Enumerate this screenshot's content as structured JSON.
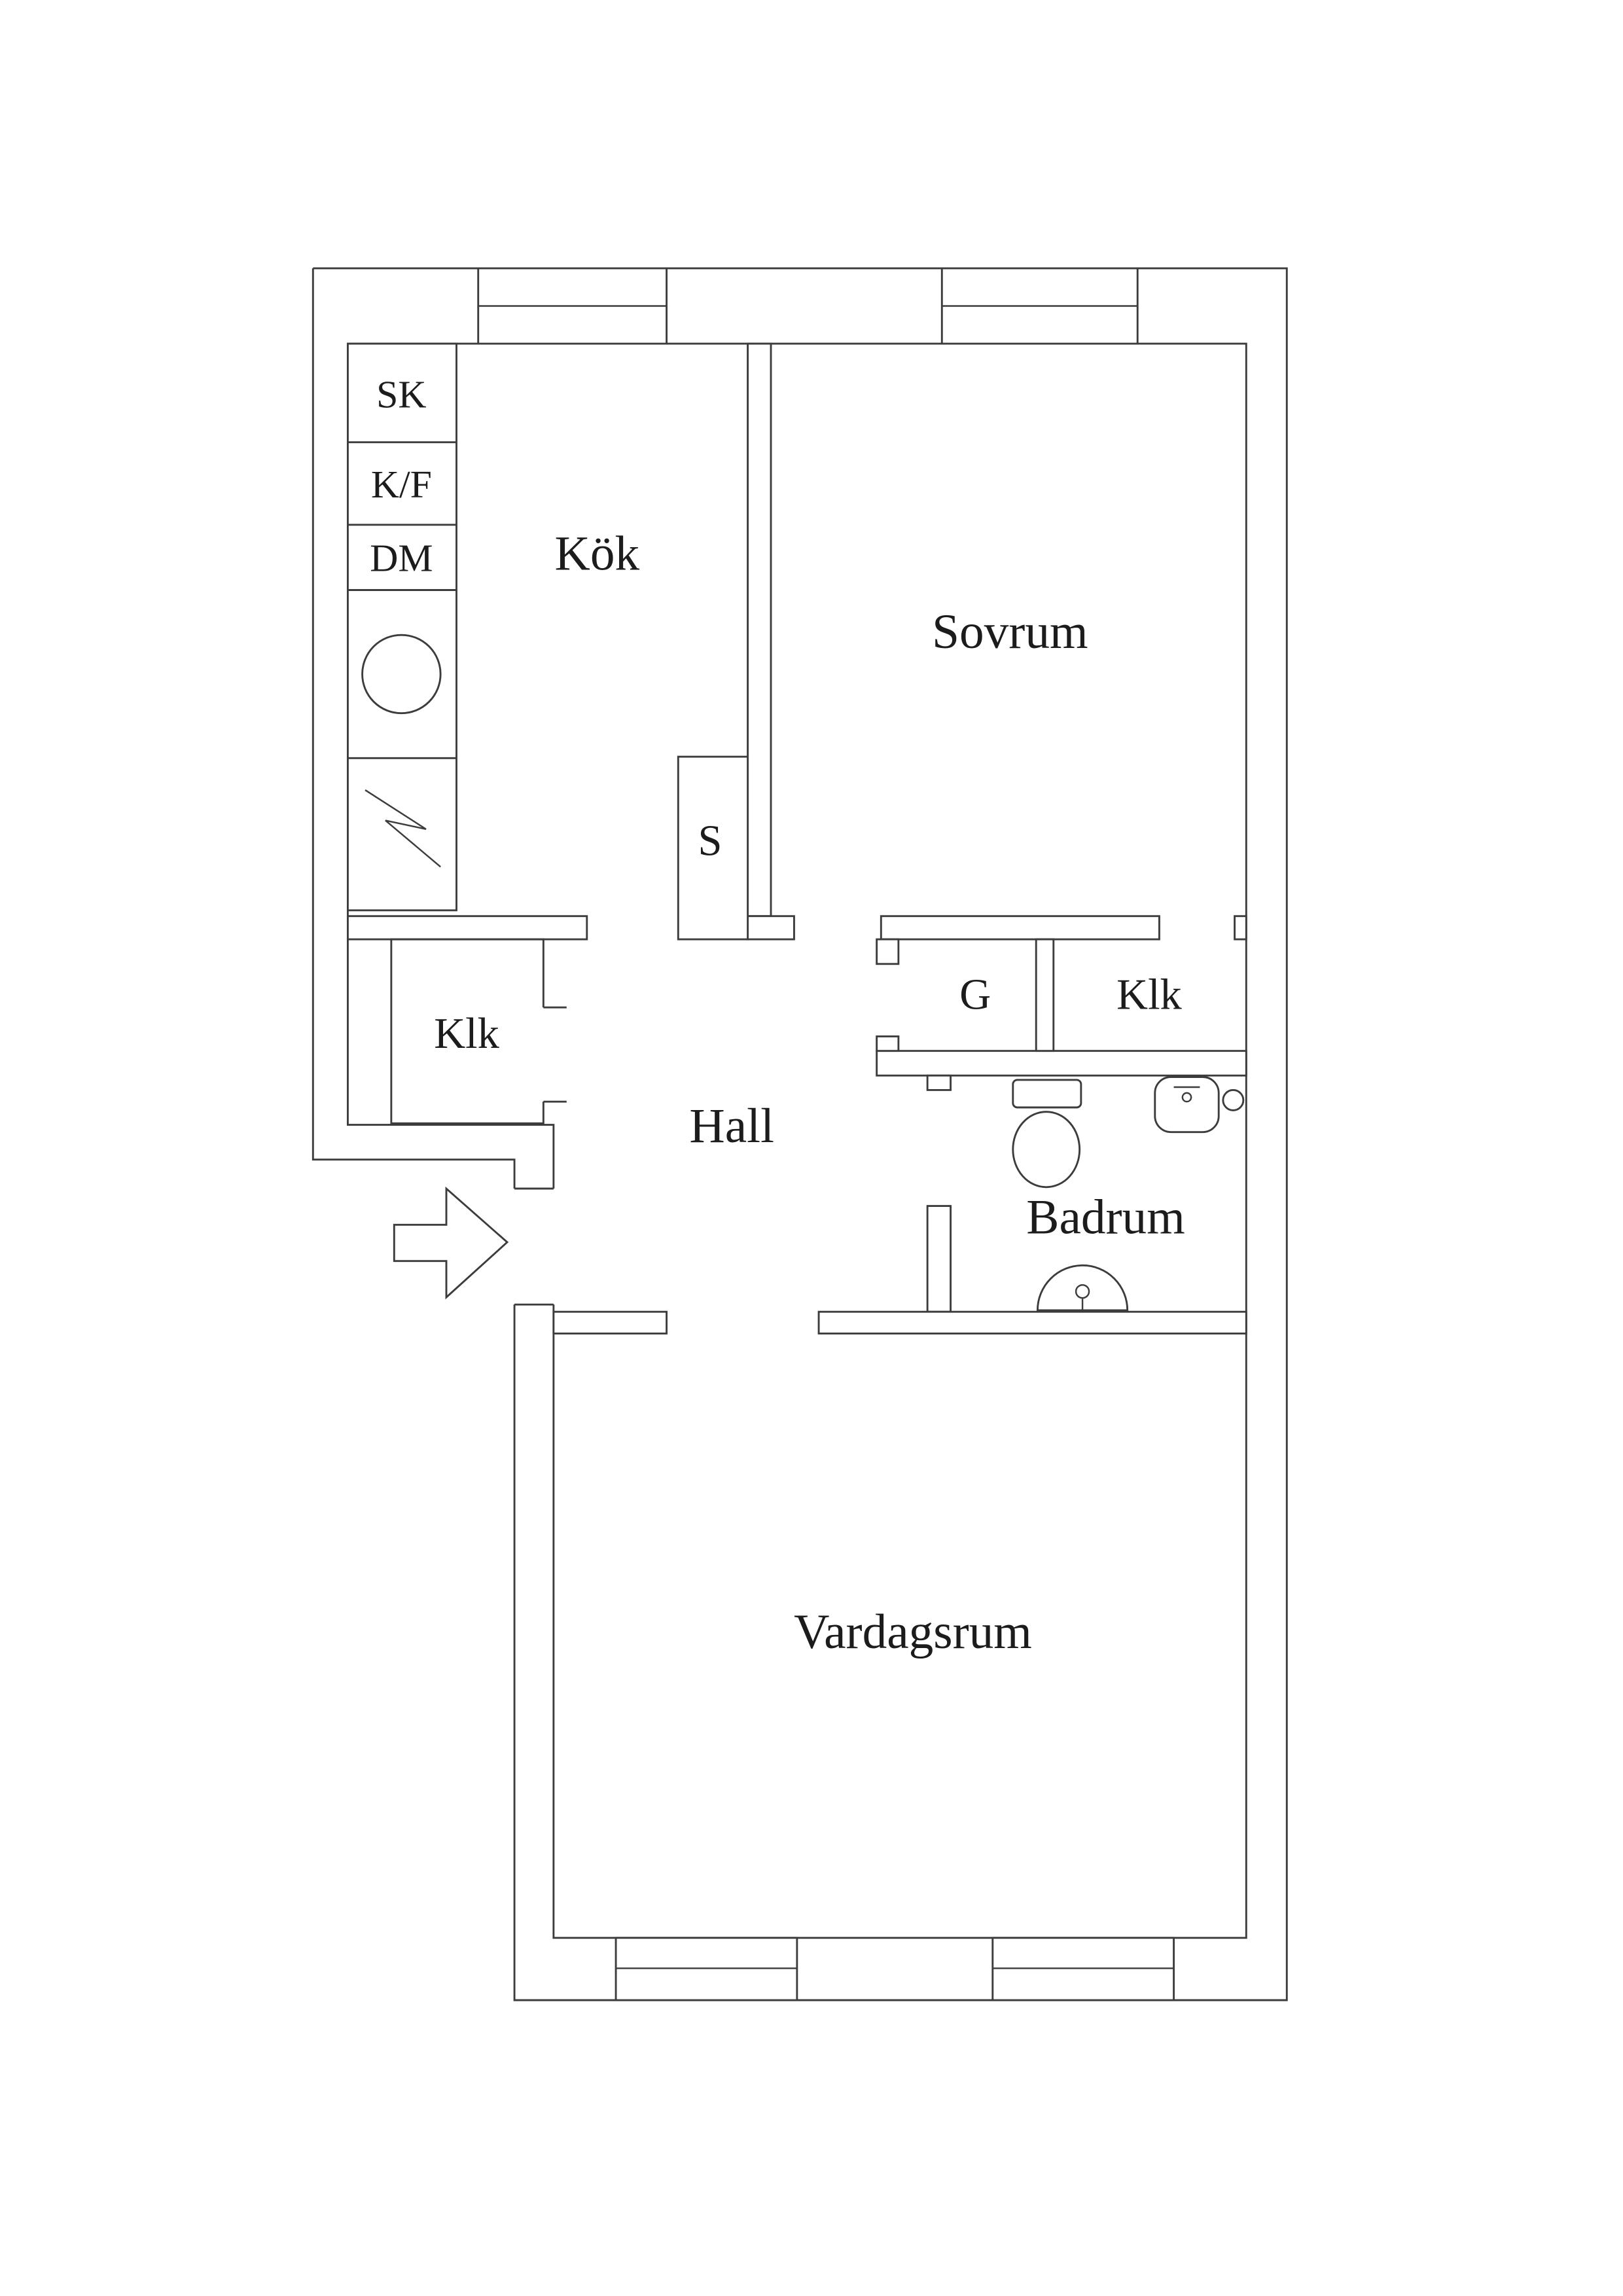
{
  "palette": {
    "line": "#3c3c3c",
    "background": "#ffffff",
    "text": "#1c1c1c"
  },
  "labels": {
    "kitchen": "Kök",
    "bedroom": "Sovrum",
    "living_room": "Vardagsrum",
    "hall": "Hall",
    "bathroom": "Badrum",
    "closet_left": "Klk",
    "closet_right": "Klk",
    "closet_g": "G",
    "closet_s": "S",
    "cabinet_sk": "SK",
    "cabinet_kf": "K/F",
    "cabinet_dm": "DM"
  },
  "icons": {
    "entrance_arrow": "entrance-arrow",
    "toilet": "toilet",
    "bathroom_sink": "sink-with-tap",
    "bidet": "bidet",
    "kitchen_sink": "round-sink",
    "stove": "zigzag-stove"
  }
}
